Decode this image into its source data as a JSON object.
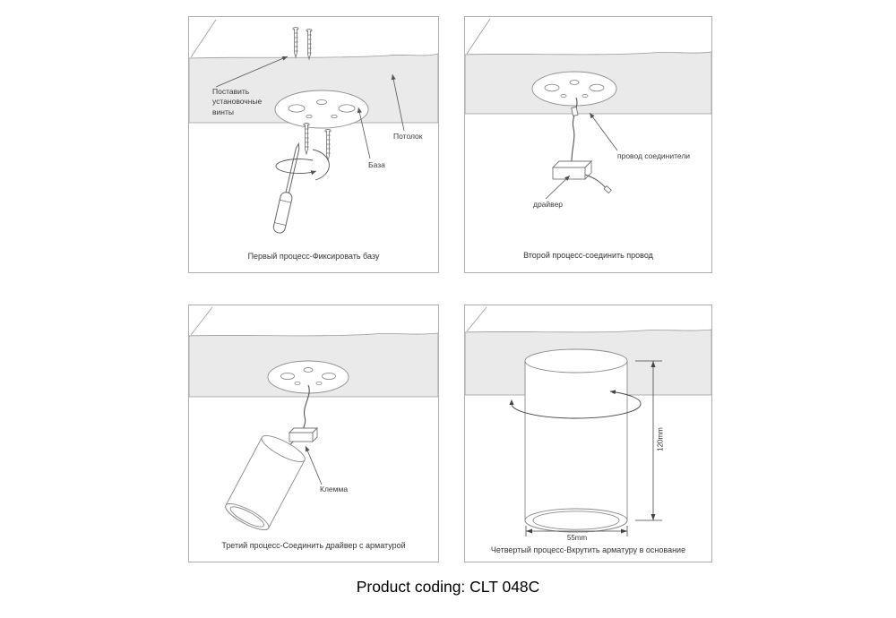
{
  "footer": {
    "product_code": "Product coding: CLT 048C"
  },
  "panels": [
    {
      "caption": "Первый процесс-Фиксировать базу",
      "labels": {
        "set_screws": "Поставить установочные винты",
        "ceiling": "Потолок",
        "base": "База"
      }
    },
    {
      "caption": "Второй процесс-соединить провод",
      "labels": {
        "wire_connector": "провод соединители",
        "driver": "драйвер"
      }
    },
    {
      "caption": "Третий процесс-Соединить драйвер с арматурой",
      "labels": {
        "terminal": "Клемма"
      }
    },
    {
      "caption": "Четвертый процесс-Вкрутить арматуру в основание",
      "labels": {
        "height": "120mm",
        "width": "55mm"
      }
    }
  ]
}
